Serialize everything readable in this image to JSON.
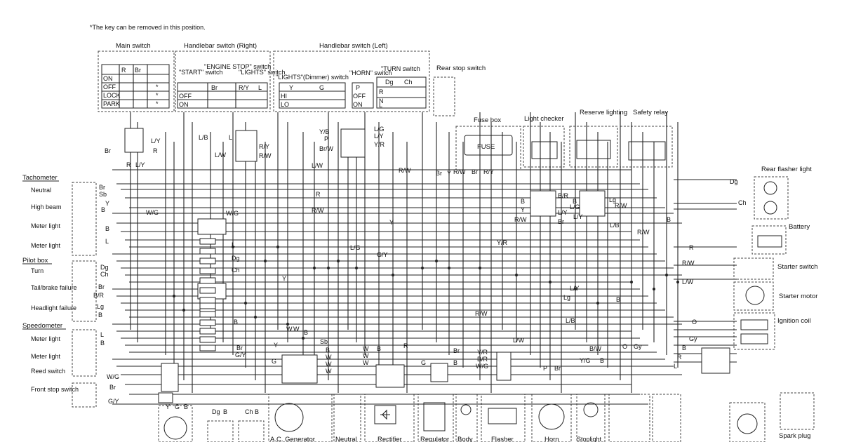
{
  "note": "*The key can be removed in this position.",
  "switches": {
    "main_switch": {
      "title": "Main switch",
      "cols": [
        "R",
        "Br"
      ],
      "rows": [
        "ON",
        "OFF",
        "LOCK",
        "PARK"
      ],
      "marks": [
        "*",
        "*",
        "*"
      ]
    },
    "handlebar_right": {
      "title": "Handlebar switch (Right)",
      "start": "\"START\" switch",
      "engine_stop": "\"ENGINE STOP\" switch",
      "lights": "\"LIGHTS\" switch",
      "cols": [
        "Br",
        "R/Y",
        "L"
      ],
      "rows": [
        "OFF",
        "ON"
      ]
    },
    "handlebar_left": {
      "title": "Handlebar switch (Left)",
      "dimmer": "\"LIGHTS\"(Dimmer) switch",
      "horn": "\"HORN\" switch",
      "turn": "\"TURN switch",
      "cols": [
        "Y",
        "G",
        "P",
        "Dg",
        "Ch"
      ],
      "rows": [
        "HI",
        "LO",
        "OFF",
        "ON",
        "R",
        "N",
        "L"
      ]
    },
    "rear_stop": {
      "title": "Rear stop switch"
    }
  },
  "components": {
    "fuse_box": "Fuse box",
    "fuse": "FUSE",
    "light_checker": "Light checker",
    "reserve_lighting": "Reserve lighting",
    "safety_relay": "Safety relay",
    "rear_flasher": "Rear flasher light",
    "battery": "Battery",
    "starter_switch": "Starter switch",
    "starter_motor": "Starter motor",
    "ignition_coil": "Ignition coil",
    "spark_plug": "Spark plug",
    "ac_generator": "A.C. Generator",
    "neutral": "Neutral",
    "rectifier": "Rectifier",
    "regulator": "Regulator",
    "body": "Body",
    "flasher": "Flasher",
    "horn": "Horn",
    "stoplight": "Stoplight"
  },
  "left_panels": {
    "tachometer": {
      "title": "Tachometer",
      "items": [
        "Neutral",
        "High beam",
        "Meter light",
        "Meter light"
      ]
    },
    "pilot_box": {
      "title": "Pilot box",
      "items": [
        "Turn",
        "Tail/brake failure",
        "Headlight failure"
      ]
    },
    "speedometer": {
      "title": "Speedometer",
      "items": [
        "Meter light",
        "Meter light",
        "Reed switch"
      ]
    },
    "front_stop": {
      "title": "Front stop switch"
    }
  },
  "wire_codes": {
    "tach": [
      "Br",
      "Sb",
      "Y",
      "B",
      "B",
      "L"
    ],
    "pilot": [
      "Dg",
      "Ch",
      "Br",
      "B/R",
      "Lg",
      "B"
    ],
    "speedo": [
      "L",
      "B",
      "W/G",
      "Br",
      "G/Y"
    ],
    "mid_left": [
      "W/G",
      "W/G",
      "L",
      "Dg",
      "Ch",
      "Y",
      "B",
      "Br",
      "G/Y"
    ],
    "main_conn": [
      "L/Y",
      "Br",
      "R",
      "R",
      "L/Y"
    ],
    "right_conn": [
      "L/B",
      "L",
      "R/Y",
      "L/W",
      "R/W"
    ],
    "left_conn": [
      "Y/B",
      "P",
      "Br/W",
      "L/G",
      "L/Y",
      "Y/R"
    ],
    "center": [
      "L/W",
      "R/W",
      "R",
      "R/W",
      "Y",
      "L/G",
      "G/Y",
      "Y/R",
      "R/W",
      "L/B",
      "L/W"
    ],
    "fuse": [
      "R/W",
      "Br",
      "R/Y"
    ],
    "rear_stop": [
      "Br",
      "Y"
    ],
    "checker": [
      "B/R",
      "B",
      "L/Y",
      "R/W",
      "Y",
      "L/Y",
      "Br",
      "L/G",
      "B",
      "Lg",
      "R/W",
      "L/B",
      "R/W"
    ],
    "flasher_r": [
      "Dg",
      "Ch",
      "B"
    ],
    "right_side": [
      "R",
      "R/W",
      "L/W",
      "L/Y",
      "Lg",
      "B",
      "O",
      "Gy",
      "B",
      "R",
      "L"
    ],
    "generator": [
      "W",
      "W",
      "B",
      "Sb",
      "B",
      "W",
      "W",
      "W",
      "Y",
      "G"
    ],
    "rectifier": [
      "W",
      "W",
      "W",
      "B",
      "R"
    ],
    "regulator": [
      "Br",
      "G",
      "B"
    ],
    "flasher": [
      "Y/R",
      "B/R",
      "W/G"
    ],
    "horn": [
      "P",
      "Br"
    ],
    "stoplight": [
      "B/W",
      "Y/G",
      "B"
    ],
    "coil": [
      "O",
      "Gy"
    ],
    "bottom": [
      "Y",
      "G",
      "B",
      "Dg",
      "B",
      "Ch",
      "B"
    ]
  }
}
